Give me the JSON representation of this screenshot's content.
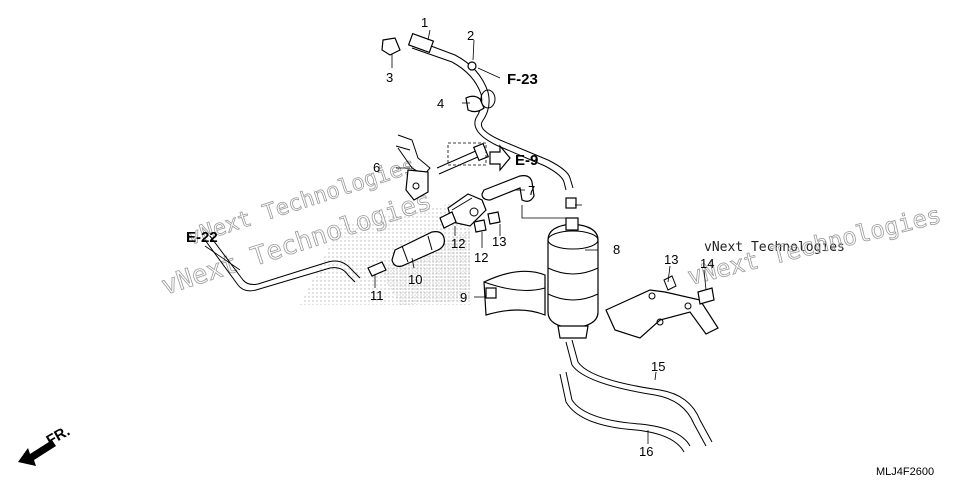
{
  "diagram": {
    "code": "MLJ4F2600",
    "direction_label": "FR.",
    "watermarks": [
      "vNext Technologies",
      "vNext Technologies",
      "vNext Technologies",
      "vNext Technologies"
    ],
    "refs": [
      "F-23",
      "E-9",
      "E-22"
    ],
    "callouts": [
      "1",
      "2",
      "3",
      "4",
      "6",
      "7",
      "8",
      "9",
      "10",
      "11",
      "12",
      "12",
      "13",
      "13",
      "14",
      "15",
      "16"
    ]
  }
}
